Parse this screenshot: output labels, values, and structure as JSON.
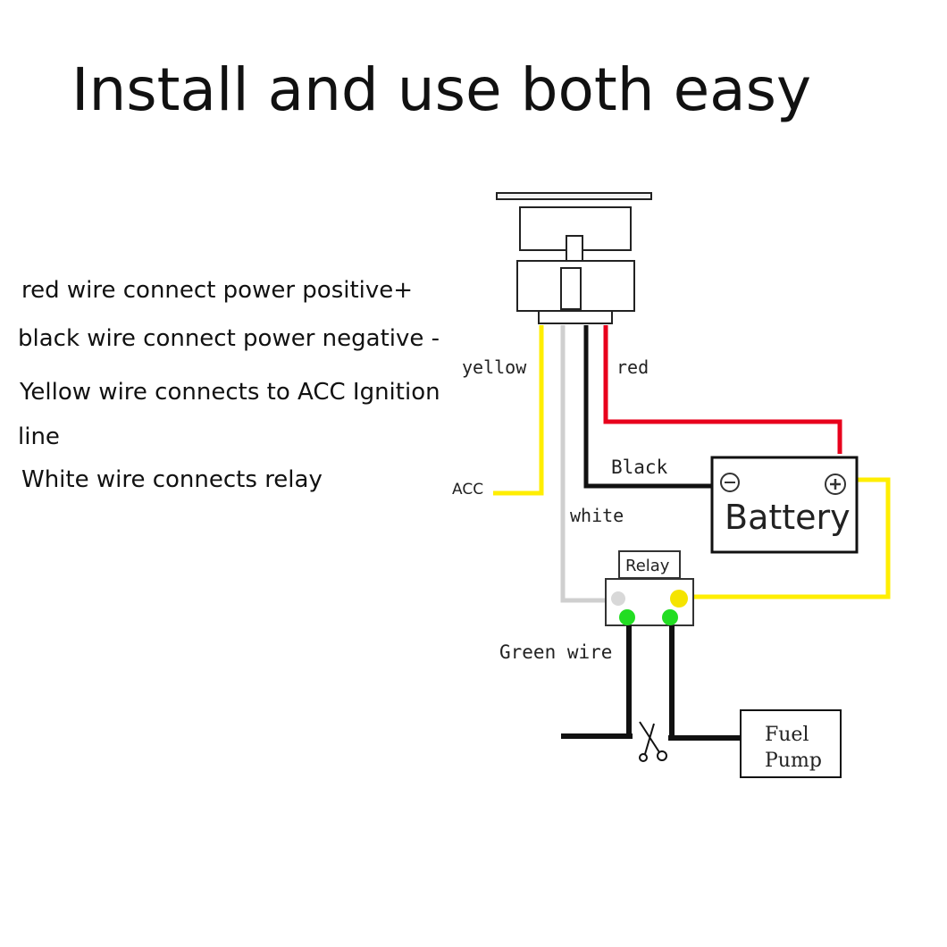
{
  "title": "Install and use both easy",
  "notes": [
    "red wire connect power positive+",
    "black wire connect power negative -",
    "Yellow wire connects to ACC Ignition",
    "line",
    "White wire connects relay"
  ],
  "labels": {
    "yellow": "yellow",
    "red": "red",
    "black": "Black",
    "white": "white",
    "acc": "ACC",
    "battery": "Battery",
    "battery_minus": "−",
    "battery_plus": "+",
    "relay": "Relay",
    "green_wire": "Green wire",
    "fuel_line1": "Fuel",
    "fuel_line2": "Pump"
  },
  "colors": {
    "red_wire": "#e8001c",
    "black_wire": "#111111",
    "yellow_wire": "#ffee00",
    "white_wire": "#cfcfcf",
    "green_terminal": "#22dd22",
    "yellow_terminal": "#f5e400"
  }
}
